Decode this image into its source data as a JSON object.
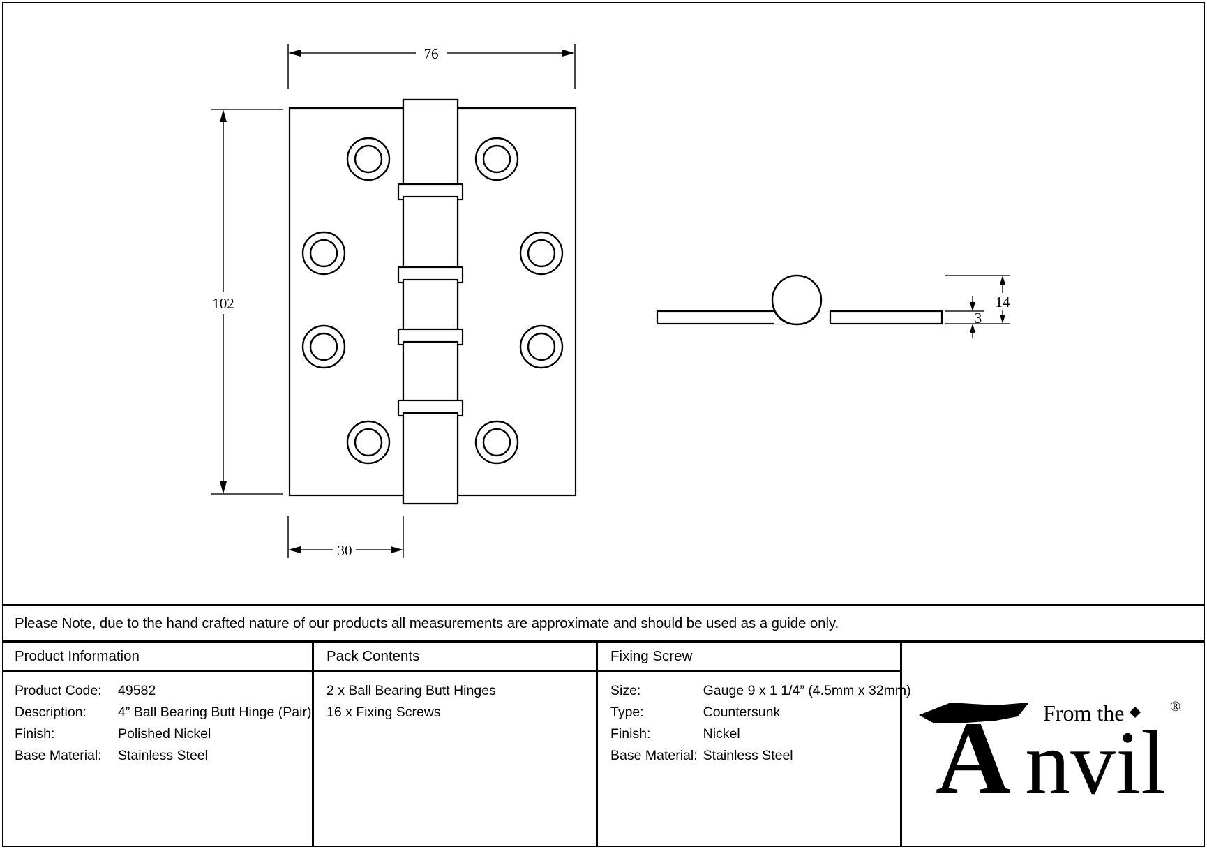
{
  "drawing": {
    "title": "4\" Ball Bearing Butt Hinge technical drawing",
    "dimensions": {
      "width_top": "76",
      "height_left": "102",
      "knuckle_bottom": "30",
      "thickness_side_total": "14",
      "thickness_side_leaf": "3"
    }
  },
  "note": {
    "text": "Please Note, due to the hand crafted nature of our products all measurements are approximate and should be used as a guide only."
  },
  "product_information": {
    "heading": "Product Information",
    "rows": [
      {
        "label": "Product Code:",
        "value": "49582"
      },
      {
        "label": "Description:",
        "value": "4” Ball Bearing Butt Hinge (Pair)"
      },
      {
        "label": "Finish:",
        "value": "Polished Nickel"
      },
      {
        "label": "Base Material:",
        "value": "Stainless Steel"
      }
    ]
  },
  "pack_contents": {
    "heading": "Pack Contents",
    "lines": [
      "2 x Ball Bearing Butt Hinges",
      "16 x Fixing Screws"
    ]
  },
  "fixing_screw": {
    "heading": "Fixing Screw",
    "rows": [
      {
        "label": "Size:",
        "value": "Gauge 9 x 1 1/4” (4.5mm x 32mm)"
      },
      {
        "label": "Type:",
        "value": "Countersunk"
      },
      {
        "label": "Finish:",
        "value": "Nickel"
      },
      {
        "label": "Base Material:",
        "value": "Stainless Steel"
      }
    ]
  },
  "logo": {
    "line1": "From the",
    "line2": "Anvil",
    "registered": "®"
  },
  "colors": {
    "line": "#000000",
    "background": "#ffffff",
    "thin_line": "#1a1a1a"
  }
}
